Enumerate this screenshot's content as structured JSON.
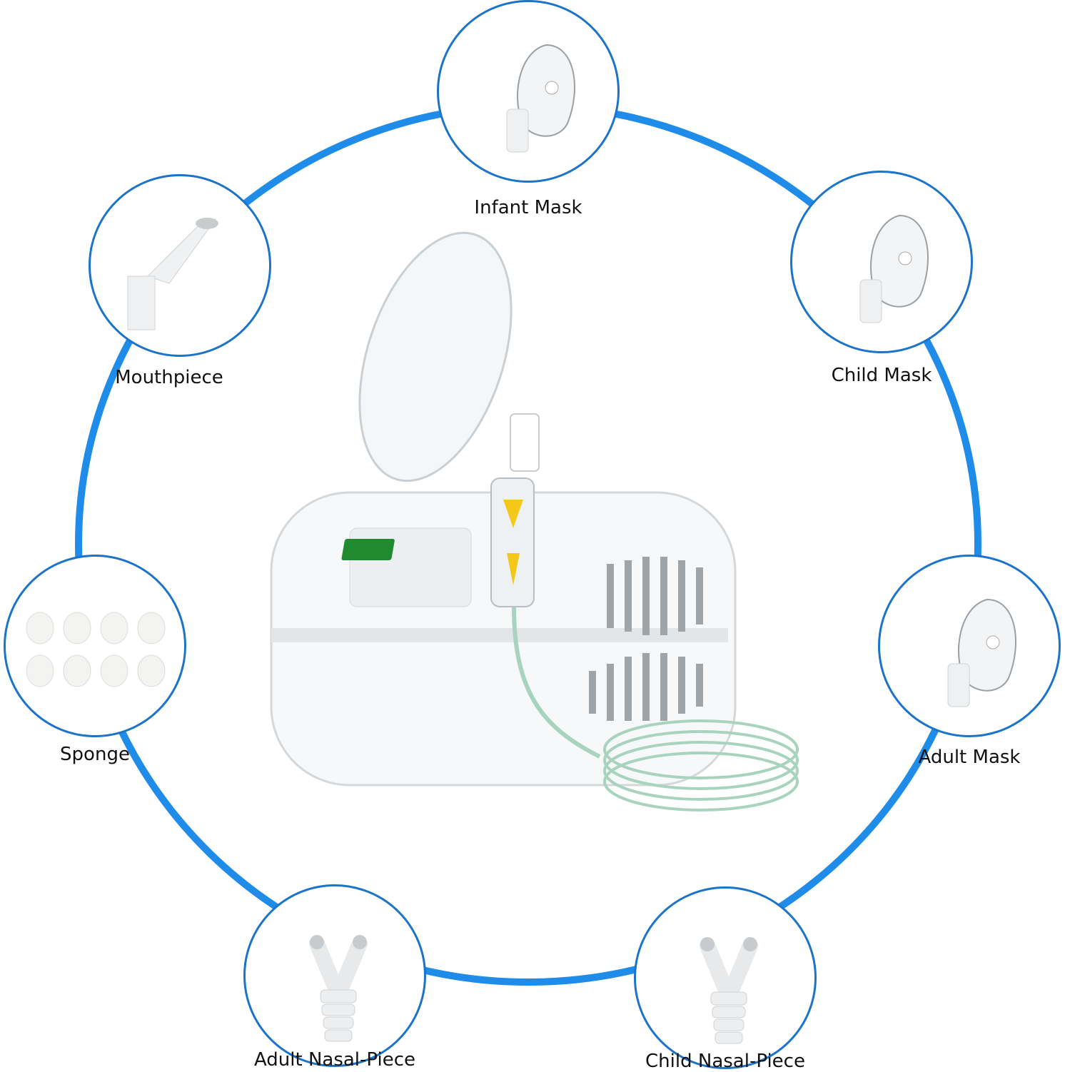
{
  "colors": {
    "ring": "#1e8ce8",
    "circle_border": "#1b74c9",
    "switch": "#1f8a2e",
    "nozzle": "#f4c81a"
  },
  "accessories": [
    {
      "id": "infant-mask",
      "label": "Infant Mask",
      "icon": "mask-icon"
    },
    {
      "id": "child-mask",
      "label": "Child Mask",
      "icon": "mask-icon"
    },
    {
      "id": "adult-mask",
      "label": "Adult Mask",
      "icon": "mask-icon"
    },
    {
      "id": "child-nasal-piece",
      "label": "Child Nasal-Piece",
      "icon": "nasal-piece-icon"
    },
    {
      "id": "adult-nasal-piece",
      "label": "Adult Nasal-Piece",
      "icon": "nasal-piece-icon"
    },
    {
      "id": "sponge",
      "label": "Sponge",
      "icon": "sponge-icon"
    },
    {
      "id": "mouthpiece",
      "label": "Mouthpiece",
      "icon": "mouthpiece-icon"
    }
  ]
}
